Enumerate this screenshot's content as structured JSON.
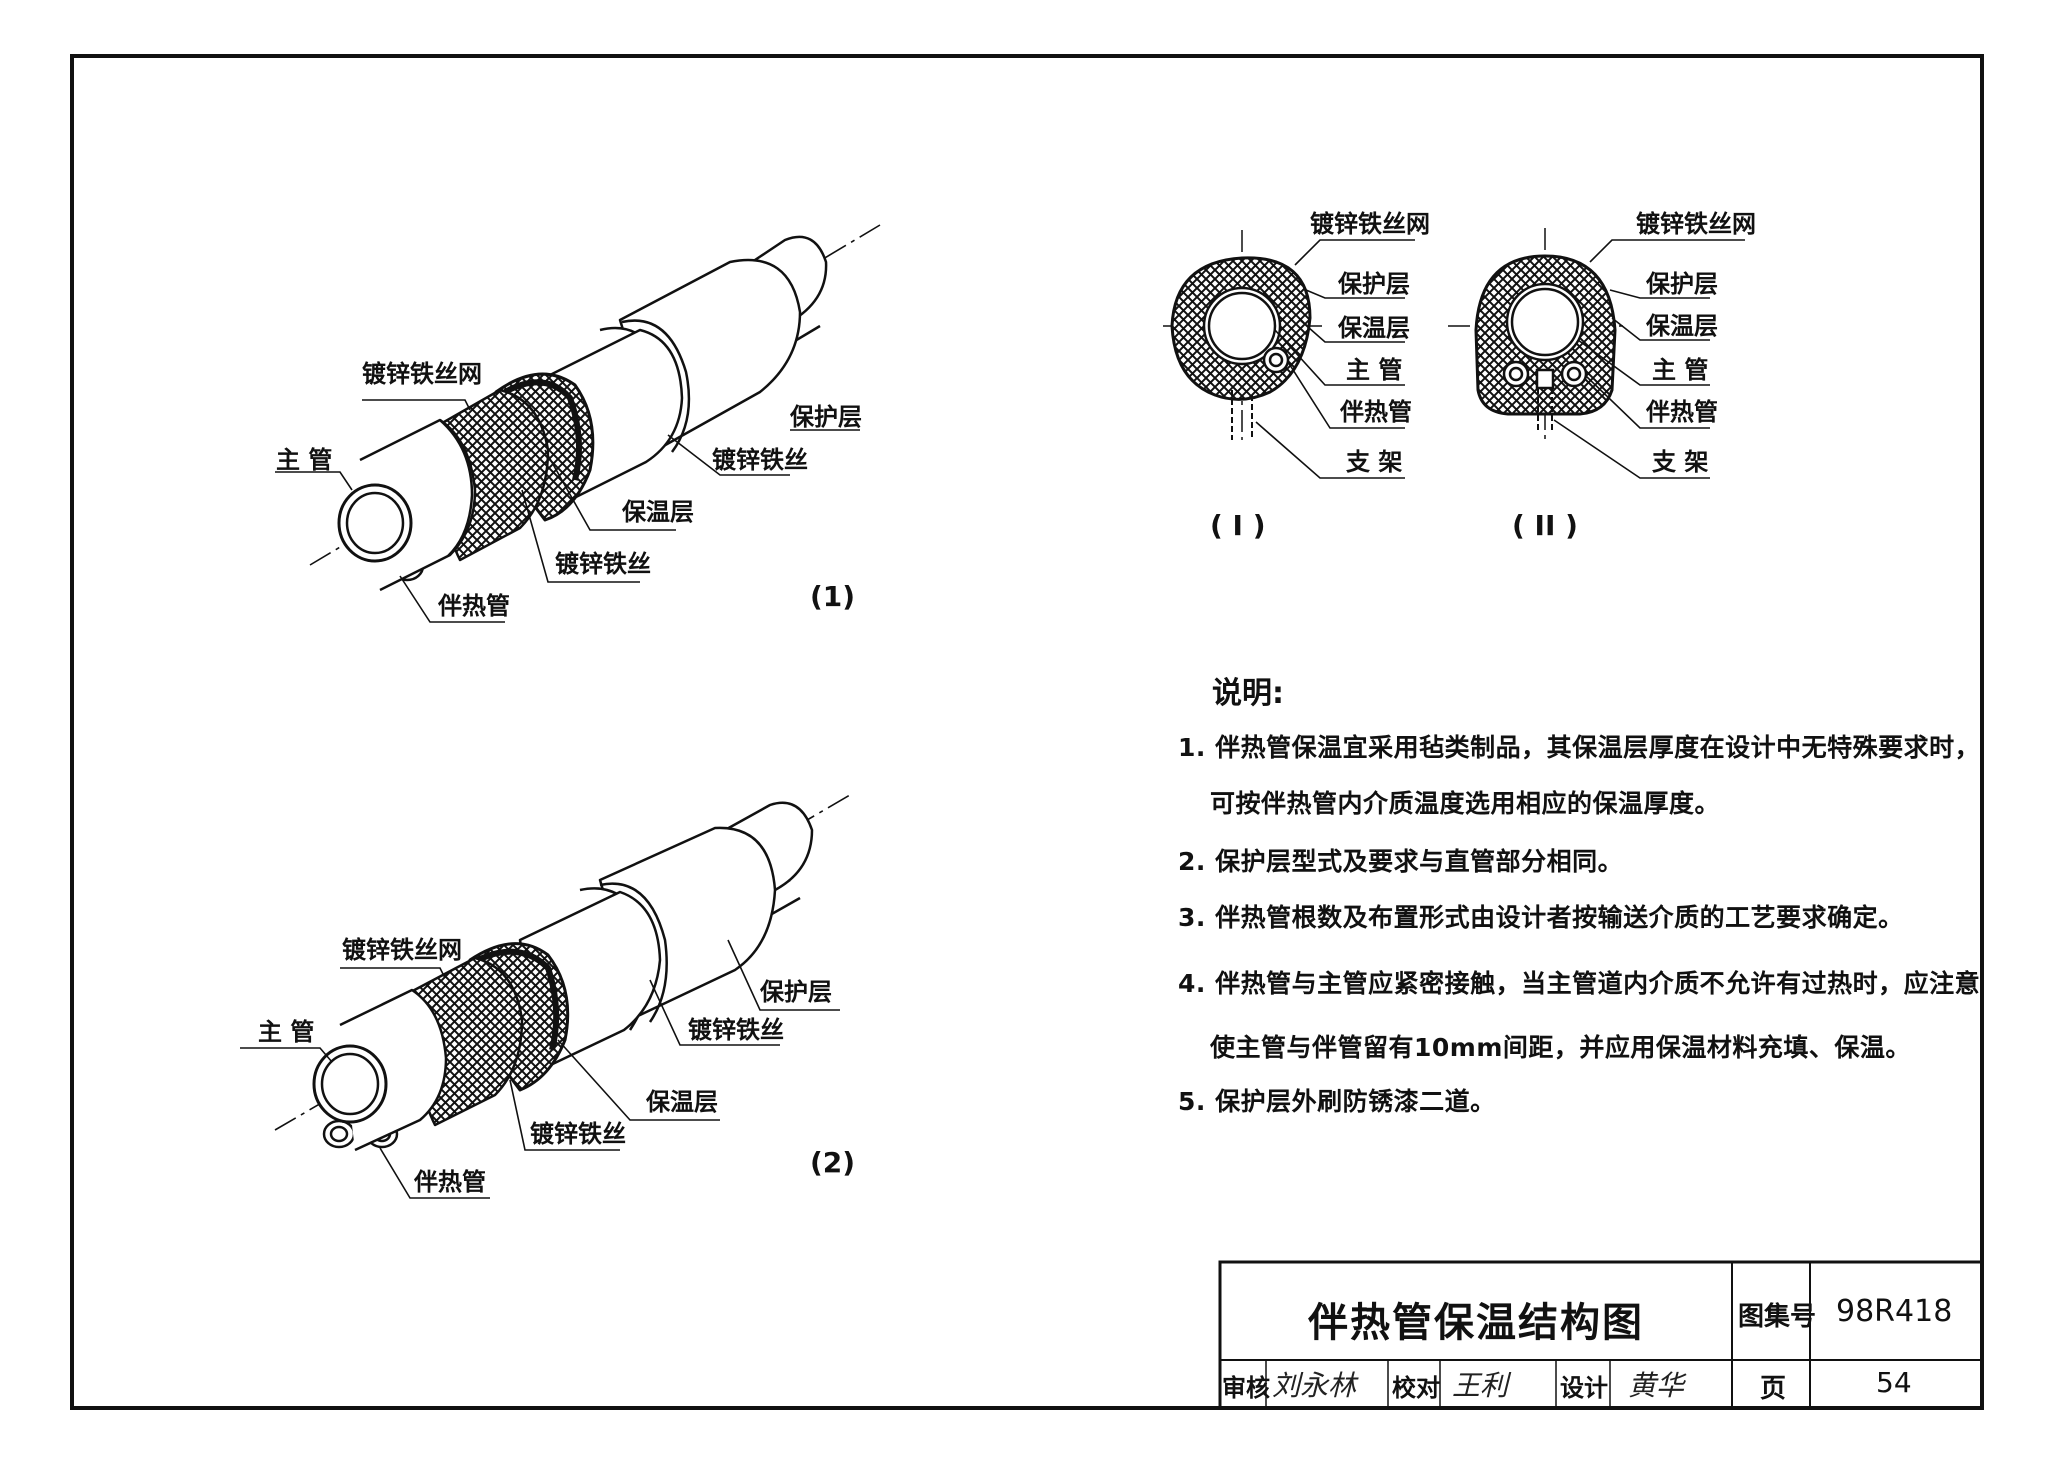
{
  "drawing": {
    "figure1": {
      "caption": "(1)",
      "labels": {
        "mesh": "镀锌铁丝网",
        "main_pipe": "主 管",
        "protective": "保护层",
        "wire_right": "镀锌铁丝",
        "insulation": "保温层",
        "wire_bottom": "镀锌铁丝",
        "tracer": "伴热管"
      }
    },
    "figure2": {
      "caption": "(2)",
      "labels": {
        "mesh": "镀锌铁丝网",
        "main_pipe": "主 管",
        "protective": "保护层",
        "wire_right": "镀锌铁丝",
        "insulation": "保温层",
        "wire_bottom": "镀锌铁丝",
        "tracer": "伴热管"
      }
    },
    "sectionI": {
      "caption": "( I )",
      "labels": {
        "mesh": "镀锌铁丝网",
        "protective": "保护层",
        "insulation": "保温层",
        "main_pipe": "主 管",
        "tracer": "伴热管",
        "support": "支 架"
      }
    },
    "sectionII": {
      "caption": "( II )",
      "labels": {
        "mesh": "镀锌铁丝网",
        "protective": "保护层",
        "insulation": "保温层",
        "main_pipe": "主 管",
        "tracer": "伴热管",
        "support": "支 架"
      }
    }
  },
  "notes": {
    "title": "说明:",
    "items": [
      "1. 伴热管保温宜采用毡类制品，其保温层厚度在设计中无特殊要求时，",
      "可按伴热管内介质温度选用相应的保温厚度。",
      "2. 保护层型式及要求与直管部分相同。",
      "3. 伴热管根数及布置形式由设计者按输送介质的工艺要求确定。",
      "4. 伴热管与主管应紧密接触，当主管道内介质不允许有过热时，应注意",
      "使主管与伴管留有10mm间距，并应用保温材料充填、保温。",
      "5. 保护层外刷防锈漆二道。"
    ]
  },
  "title_block": {
    "title": "伴热管保温结构图",
    "atlas_label": "图集号",
    "atlas_no": "98R418",
    "page_label": "页",
    "page_no": "54",
    "review_label": "审核",
    "review_sig": "刘永林",
    "check_label": "校对",
    "check_sig": "王利",
    "design_label": "设计",
    "design_sig": "黄华"
  }
}
